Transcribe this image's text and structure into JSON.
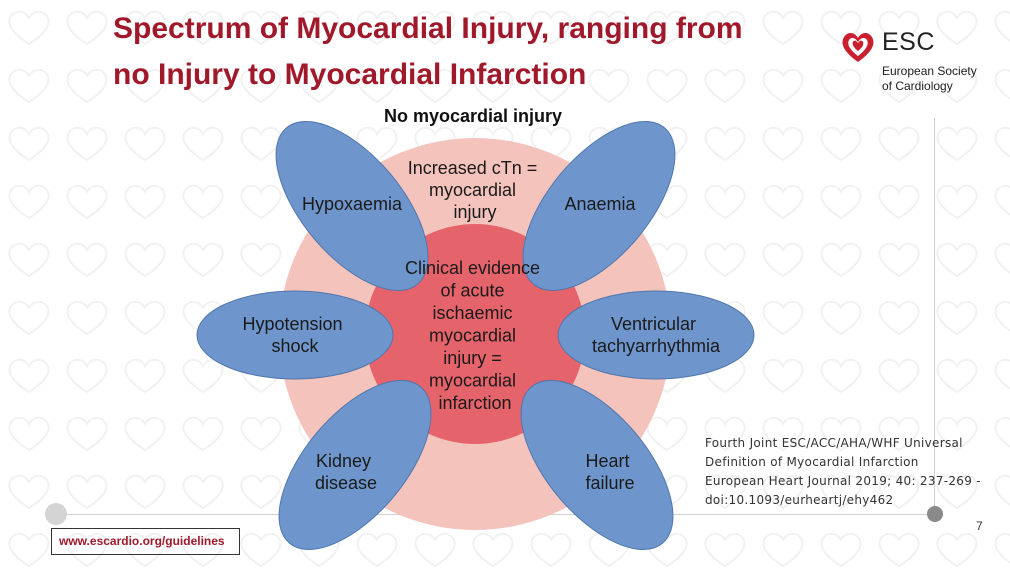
{
  "title": "Spectrum of Myocardial Injury, ranging from\nno Injury to Myocardial Infarction",
  "logo": {
    "text": "ESC",
    "subtitle": "European Society\nof Cardiology"
  },
  "diagram": {
    "outer_label": "No myocardial injury",
    "middle_label": [
      "Increased cTn =",
      "myocardial",
      "injury"
    ],
    "inner_label": [
      "Clinical evidence",
      "of acute",
      "ischaemic",
      "myocardial",
      "injury =",
      "myocardial",
      "infarction"
    ],
    "petals": [
      {
        "id": "hypoxaemia",
        "lines": [
          "Hypoxaemia"
        ]
      },
      {
        "id": "anaemia",
        "lines": [
          "Anaemia"
        ]
      },
      {
        "id": "hypotension-shock",
        "lines": [
          "Hypotension",
          "shock"
        ]
      },
      {
        "id": "ventricular-tachyarrhythmia",
        "lines": [
          "Ventricular",
          "tachyarrhythmia"
        ]
      },
      {
        "id": "kidney-disease",
        "lines": [
          "Kidney",
          "disease"
        ]
      },
      {
        "id": "heart-failure",
        "lines": [
          "Heart",
          "failure"
        ]
      }
    ],
    "colors": {
      "outer_ring": "#f4c3bc",
      "inner_circle": "#e5636a",
      "petal": "#6f96cc",
      "petal_stroke": "#4f76ad"
    }
  },
  "reference": [
    "Fourth Joint ESC/ACC/AHA/WHF Universal",
    "Definition of Myocardial Infarction",
    "European Heart Journal 2019; 40: 237-269 -",
    "doi:10.1093/eurheartj/ehy462"
  ],
  "footer": {
    "url": "www.escardio.org/guidelines",
    "page_number": "7"
  },
  "brand_color": "#a0192b"
}
